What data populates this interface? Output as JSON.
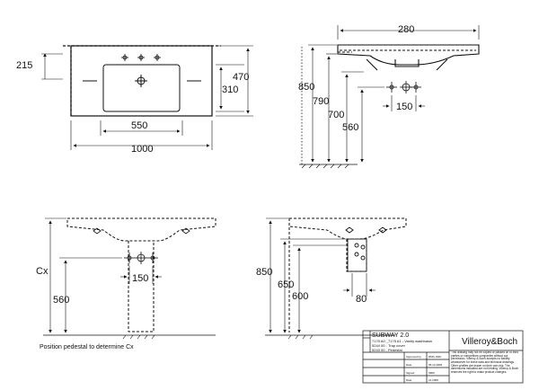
{
  "views": {
    "top": {
      "width": "1000",
      "bowl_width": "550",
      "depth": "470",
      "bowl_depth": "310",
      "tap_offset": "215"
    },
    "side": {
      "overhang": "280",
      "height_850": "850",
      "height_790": "790",
      "height_700": "700",
      "height_560": "560",
      "waste_spacing": "150"
    },
    "front_pedestal": {
      "cx_label": "Cx",
      "height_560": "560",
      "waste_spacing": "150",
      "note": "Position pedestal to determine Cx"
    },
    "side_pedestal": {
      "height_850": "850",
      "height_650": "650",
      "height_600": "600",
      "trap_width": "80"
    }
  },
  "title_block": {
    "product_name": "SUBWAY 2.0",
    "line1": "7175 A0 _7175 A1 - Vanity washbasin",
    "line2": "5244 00 - Trap cover",
    "line3": "5243 00 - Pedestal",
    "brand": "Villeroy&Boch",
    "row_labels": [
      "Approved by",
      "Date",
      "Signed",
      "Date"
    ],
    "row_values": [
      "RMG WAF",
      "05.12.2008",
      "SBW",
      "21.2008"
    ],
    "disclaimer": "This drawing may not be copied or passed on to third parties or competitors companies without our permission. Villeroy & Boch accepts no liability whatsoever for these data and technical drawings. Other profiles are drawn on their own risk. The dimensions indicated are not binding. Villeroy & Boch reserves the right to make product changes."
  }
}
